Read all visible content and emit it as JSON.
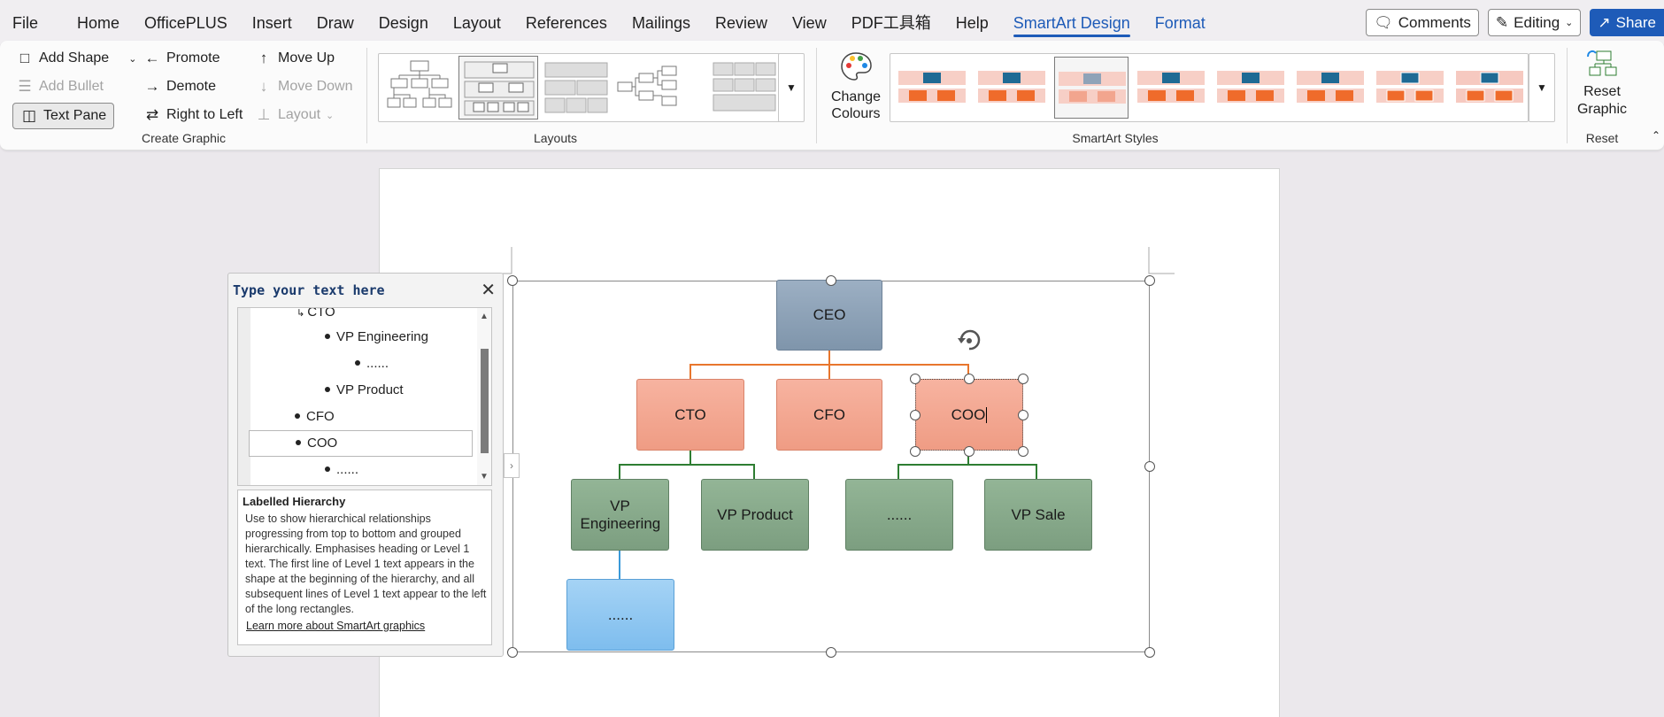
{
  "menubar": {
    "items": [
      "File",
      "Home",
      "OfficePLUS",
      "Insert",
      "Draw",
      "Design",
      "Layout",
      "References",
      "Mailings",
      "Review",
      "View",
      "PDF工具箱",
      "Help",
      "SmartArt Design",
      "Format"
    ],
    "active": "SmartArt Design",
    "comments_label": "Comments",
    "editing_label": "Editing",
    "share_label": "Share"
  },
  "ribbon": {
    "create_graphic": {
      "label": "Create Graphic",
      "add_shape": "Add Shape",
      "add_bullet": "Add Bullet",
      "text_pane": "Text Pane",
      "promote": "Promote",
      "demote": "Demote",
      "right_to_left": "Right to Left",
      "move_up": "Move Up",
      "move_down": "Move Down",
      "layout": "Layout"
    },
    "layouts": {
      "label": "Layouts"
    },
    "change_colours": "Change Colours",
    "smartart_styles": {
      "label": "SmartArt Styles"
    },
    "reset": {
      "label": "Reset",
      "reset_graphic": "Reset Graphic"
    }
  },
  "text_pane": {
    "title": "Type your text here",
    "rows": [
      {
        "text": "CTO",
        "level": 0
      },
      {
        "text": "VP Engineering",
        "level": 1
      },
      {
        "text": "......",
        "level": 2
      },
      {
        "text": "VP Product",
        "level": 1
      },
      {
        "text": "CFO",
        "level": 0
      },
      {
        "text": "COO",
        "level": 0
      },
      {
        "text": "......",
        "level": 1
      }
    ],
    "desc_title": "Labelled Hierarchy",
    "desc_body": "Use to show hierarchical relationships progressing from top to bottom and grouped hierarchically. Emphasises heading or Level 1 text. The first line of Level 1 text appears in the shape at the beginning of the hierarchy, and all subsequent lines of Level 1 text appear to the left of the long rectangles.",
    "learn_more": "Learn more about SmartArt graphics"
  },
  "smartart": {
    "ceo": "CEO",
    "cto": "CTO",
    "cfo": "CFO",
    "coo": "COO",
    "vp_engineering": "VP Engineering",
    "vp_product": "VP Product",
    "placeholder_green": "......",
    "vp_sale": "VP Sale",
    "placeholder_blue": "......",
    "colors": {
      "ceo": "#8fa3b8",
      "level1": "#f2a58e",
      "level2": "#86a98a",
      "level3": "#8dc6f1",
      "orange_line": "#e8762d",
      "green_line": "#2e7d32",
      "blue_line": "#3a9ad9"
    }
  }
}
